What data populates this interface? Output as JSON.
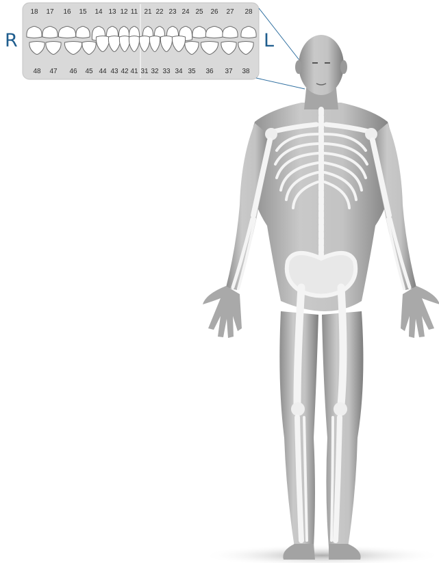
{
  "labels": {
    "right": "R",
    "left": "L"
  },
  "upper_teeth": [
    "18",
    "17",
    "16",
    "15",
    "14",
    "13",
    "12",
    "11",
    "21",
    "22",
    "23",
    "24",
    "25",
    "26",
    "27",
    "28"
  ],
  "lower_teeth": [
    "48",
    "47",
    "46",
    "45",
    "44",
    "43",
    "42",
    "41",
    "31",
    "32",
    "33",
    "34",
    "35",
    "36",
    "37",
    "38"
  ],
  "colors": {
    "accent": "#1f5d8e",
    "chart_panel": "#d7d7d7",
    "tooth": "#ffffff",
    "body": "#bdbdbd",
    "bone": "#f2f2f2"
  }
}
